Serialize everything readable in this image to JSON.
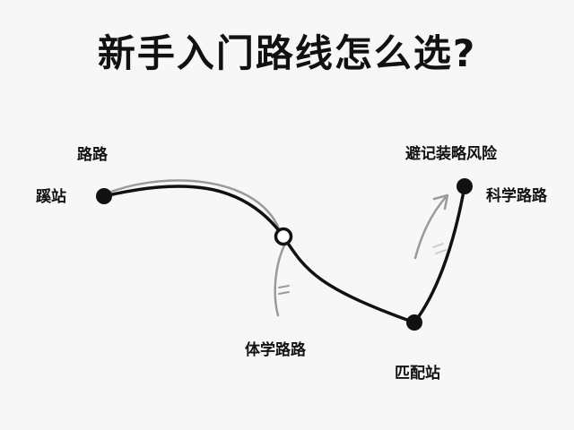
{
  "title": "新手入门路线怎么选?",
  "labels": {
    "top_left_upper": "路路",
    "top_left_lower": "蹊站",
    "middle": "体学路路",
    "bottom": "匹配站",
    "top_right_upper": "避记装略风险",
    "top_right_lower": "科学路路"
  },
  "colors": {
    "line": "#111111",
    "guide": "#9a9a9a",
    "background": "#f7f7f7"
  }
}
